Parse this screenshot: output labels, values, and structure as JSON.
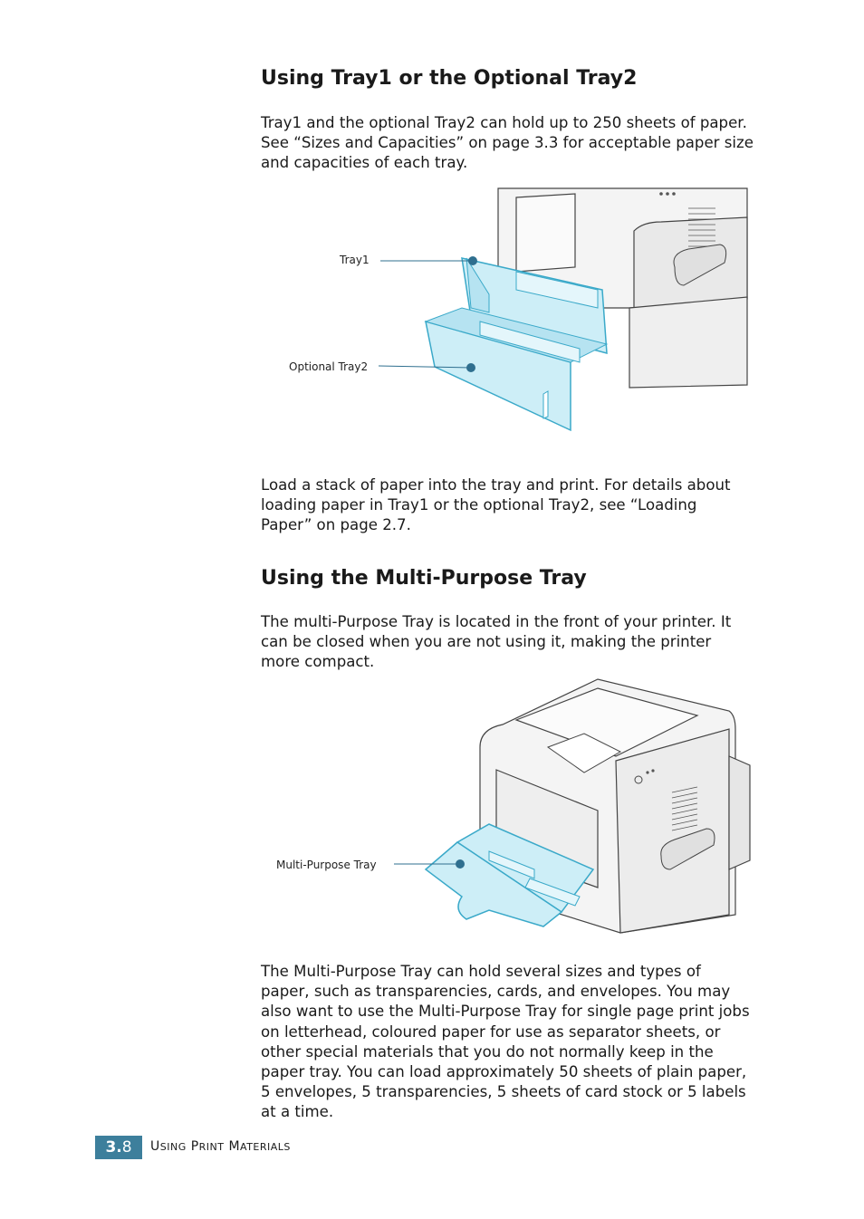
{
  "section1": {
    "heading": "Using Tray1 or the Optional Tray2",
    "para1_lines": [
      "Tray1 and the optional Tray2 can hold up to 250 sheets of paper.",
      "See “Sizes and Capacities” on page 3.3 for acceptable paper size",
      "and capacities of each tray."
    ],
    "callout_tray1": "Tray1",
    "callout_tray2": "Optional Tray2",
    "para2_lines": [
      "Load a stack of paper into the tray and print. For details about",
      "loading paper in Tray1 or the optional Tray2, see “Loading",
      "Paper” on page 2.7."
    ]
  },
  "section2": {
    "heading": "Using the Multi-Purpose Tray",
    "para1_lines": [
      "The multi-Purpose Tray is located in the front of your printer. It",
      "can be closed when you are not using it, making the printer",
      "more compact."
    ],
    "callout_mp": "Multi-Purpose Tray",
    "para2_lines": [
      "The Multi-Purpose Tray can hold several sizes and types of",
      "paper, such as transparencies, cards, and envelopes. You may",
      "also want to use the Multi-Purpose Tray for single page print jobs",
      "on letterhead, coloured paper for use as separator sheets, or",
      "other special materials that you do not normally keep in the",
      "paper tray. You can load approximately 50 sheets of plain paper,",
      "5 envelopes, 5 transparencies, 5 sheets of card stock or 5 labels",
      "at a time."
    ]
  },
  "footer": {
    "chapter": "3.",
    "page": "8",
    "title_parts": [
      {
        "big": "U",
        "small": "sing"
      },
      {
        "big": "P",
        "small": "rint"
      },
      {
        "big": "M",
        "small": "aterials"
      }
    ]
  },
  "colors": {
    "tray_fill": "#cdeef7",
    "tray_stroke": "#3aa9c9",
    "callout_dot": "#2f6f8f",
    "footer_badge": "#3d7f9c"
  }
}
